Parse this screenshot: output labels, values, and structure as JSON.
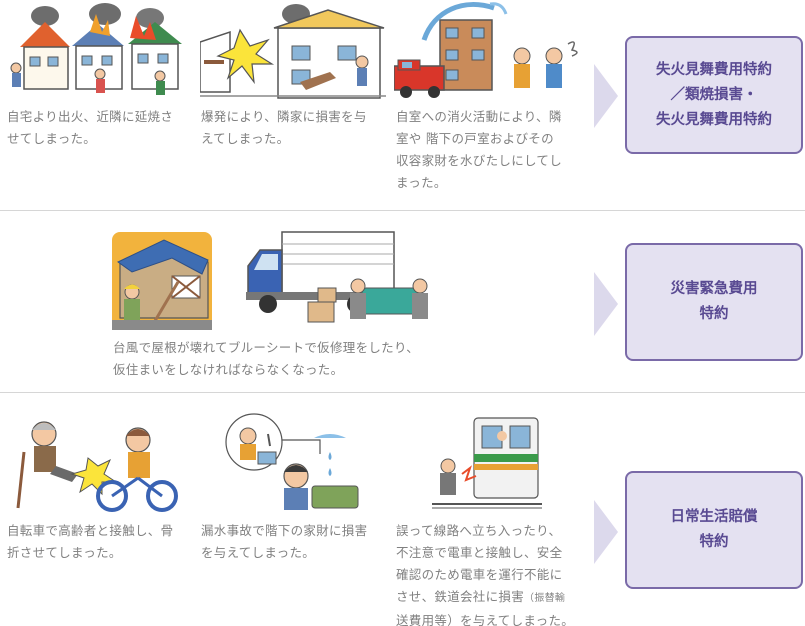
{
  "rows": [
    {
      "captions": [
        {
          "lines": [
            "自宅より出火、近隣に延焼さ",
            "せてしまった。"
          ]
        },
        {
          "lines": [
            "爆発により、隣家に損害を与",
            "えてしまった。"
          ]
        },
        {
          "lines": [
            "自室への消火活動により、隣",
            "室や 階下の戸室およびその",
            "収容家財を水びたしにしてし",
            "まった。"
          ]
        }
      ],
      "box_lines": [
        "失火見舞費用特約",
        "／類焼損害・",
        "失火見舞費用特約"
      ]
    },
    {
      "captions": [
        {
          "lines": [
            "台風で屋根が壊れてブルーシートで仮修理をしたり、",
            "仮住まいをしなければならなくなった。"
          ]
        }
      ],
      "box_lines": [
        "災害緊急費用",
        "特約"
      ]
    },
    {
      "captions": [
        {
          "lines": [
            "自転車で高齢者と接触し、骨",
            "折させてしまった。"
          ]
        },
        {
          "lines": [
            "漏水事故で階下の家財に損害",
            "を与えてしまった。"
          ]
        },
        {
          "lines": [
            "誤って線路へ立ち入ったり、",
            "不注意で電車と接触し、安全",
            "確認のため電車を運行不能に",
            "させ、鉄道会社に損害"
          ],
          "small": "（振替輸",
          "lines_after": [
            "送費用等）を与えてしまった。"
          ],
          "small_prefix": "送費用等"
        }
      ],
      "box_lines": [
        "日常生活賠償",
        "特約"
      ]
    }
  ],
  "colors": {
    "box_border": "#7a6aa8",
    "box_fill": "#e4e1f1",
    "box_text": "#594a92",
    "arrow": "#dcd9ec",
    "caption": "#808080"
  }
}
